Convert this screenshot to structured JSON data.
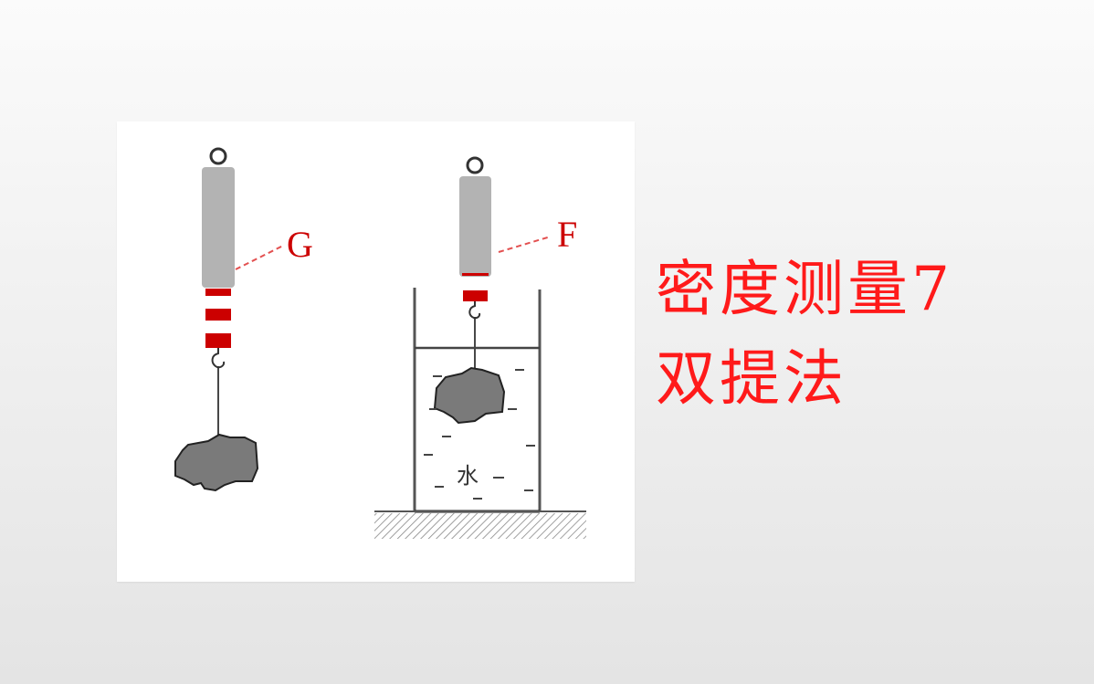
{
  "slide": {
    "title_line1": "密度测量7",
    "title_line2": "双提法",
    "title_color": "#ff1a1a"
  },
  "diagram": {
    "left_scale": {
      "label": "G",
      "description": "spring scale holding rock in air"
    },
    "right_scale": {
      "label": "F",
      "description": "spring scale holding rock submerged in water"
    },
    "water_label": "水",
    "colors": {
      "scale_body": "#b3b3b3",
      "scale_marks": "#cc0000",
      "rock": "#7a7a7a",
      "label": "#cc0000"
    }
  }
}
